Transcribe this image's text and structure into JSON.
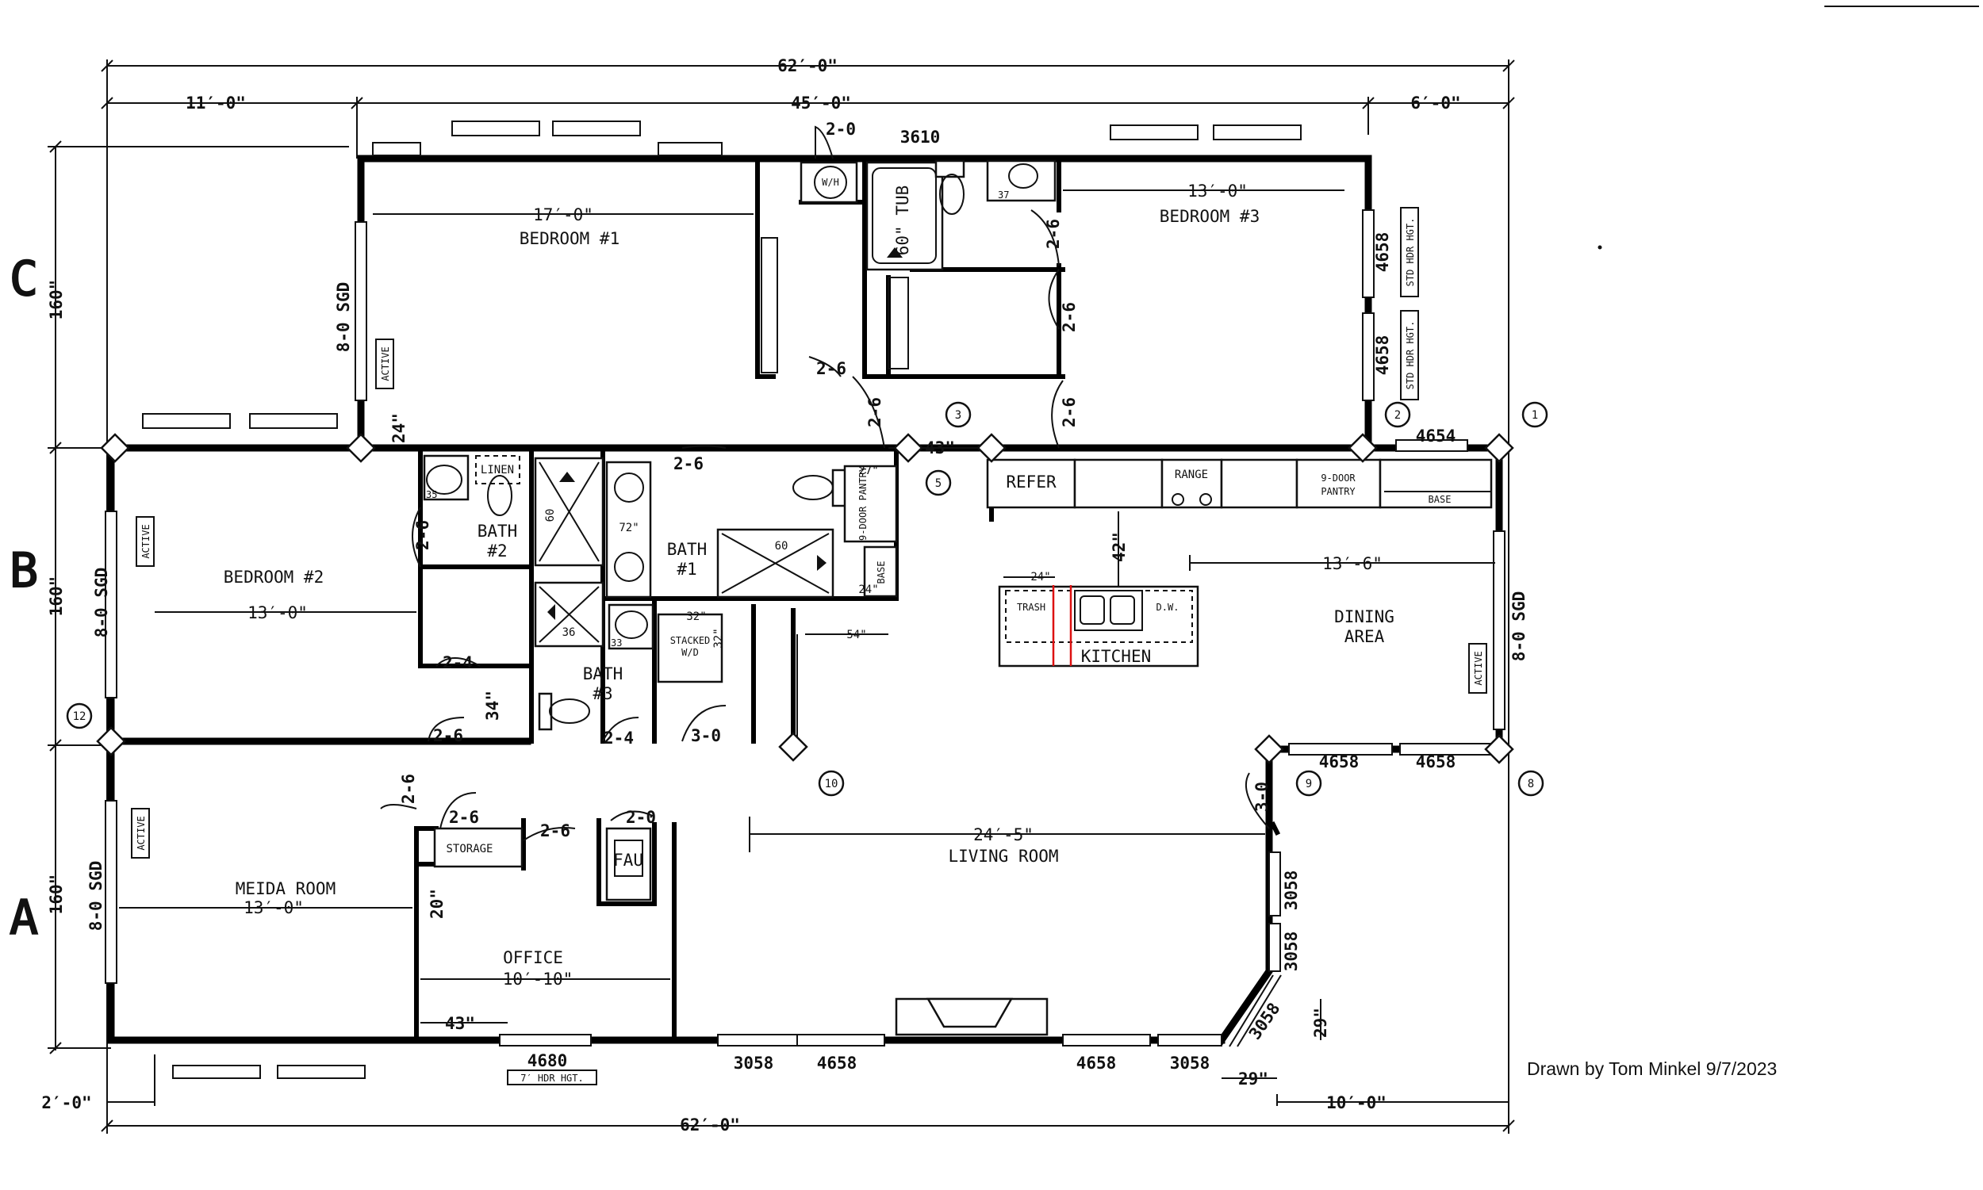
{
  "dimensions": {
    "overall_top": "62′-0\"",
    "overall_bottom": "62′-0\"",
    "left_wing": "11′-0\"",
    "main_width": "45′-0\"",
    "right_wing": "6′-0\"",
    "bottom_left": "2′-0\"",
    "bottom_right": "10′-0\"",
    "bedroom1_width": "17′-0\"",
    "bedroom3_width": "13′-0\"",
    "bedroom2_width": "13′-0\"",
    "media_width": "13′-0\"",
    "dining_width": "13′-6\"",
    "living_width": "24′-5\"",
    "office_width": "10′-10\"",
    "section_c": "160\"",
    "section_b": "160\"",
    "section_a": "160\"",
    "d_24": "24\"",
    "d_43a": "43\"",
    "d_43b": "43\"",
    "d_42": "42\"",
    "d_24k": "24\"",
    "d_27": "27\"",
    "d_24p": "24\"",
    "d_54": "54\"",
    "d_32": "32\"",
    "d_32v": "32\"",
    "d_34": "34\"",
    "d_20": "20\"",
    "d_29a": "29\"",
    "d_29b": "29\"",
    "d_72": "72\"",
    "d_60a": "60",
    "d_60b": "60",
    "d_36": "36",
    "d_37": "37",
    "d_35": "35",
    "d_33": "33"
  },
  "rooms": {
    "bedroom1": "BEDROOM #1",
    "bedroom2": "BEDROOM #2",
    "bedroom3": "BEDROOM #3",
    "bath1_a": "BATH",
    "bath1_b": "#1",
    "bath2_a": "BATH",
    "bath2_b": "#2",
    "bath3_a": "BATH",
    "bath3_b": "#3",
    "media": "MEIDA ROOM",
    "office": "OFFICE",
    "living": "LIVING ROOM",
    "kitchen": "KITCHEN",
    "dining_a": "DINING",
    "dining_b": "AREA",
    "storage": "STORAGE"
  },
  "fixtures": {
    "linen": "LINEN",
    "tub": "60\" TUB",
    "wh": "W/H",
    "refer": "REFER",
    "range": "RANGE",
    "pantry_a": "9-DOOR",
    "pantry_b": "PANTRY",
    "base": "BASE",
    "base_v": "BASE",
    "trash": "TRASH",
    "dw": "D.W.",
    "fau": "FAU",
    "stacked_a": "STACKED",
    "stacked_b": "W/D",
    "pantry_v": "9-DOOR PANTRY"
  },
  "doors": {
    "d_2_0_top": "2-0",
    "d_3610": "3610",
    "d_2_6_b3a": "2-6",
    "d_2_6_b3b": "2-6",
    "d_2_6_b3c": "2-6",
    "d_2_6_hall": "2-6",
    "d_2_6_b1": "2-6",
    "d_2_6_bath1": "2-6",
    "d_2_6_bed2": "2-6",
    "d_2_4_a": "2-4",
    "d_2_4_b": "2-4",
    "d_3_0_a": "3-0",
    "d_3_0_b": "3-0",
    "d_2_6_hall2": "2-6",
    "d_2_6_media": "2-6",
    "d_2_6_storage": "2-6",
    "d_2_6_office": "2-6",
    "d_2_0_fau": "2-0"
  },
  "windows": {
    "w_4658_r1": "4658",
    "w_4658_r2": "4658",
    "std_hdr_1": "STD HDR HGT.",
    "std_hdr_2": "STD HDR HGT.",
    "w_4654": "4654",
    "w_4658_b1": "4658",
    "w_4658_b2": "4658",
    "w_3058_r1": "3058",
    "w_3058_r2": "3058",
    "w_3058_r3": "3058",
    "w_4680": "4680",
    "hdr_7": "7′ HDR HGT.",
    "w_3058_b1": "3058",
    "w_4658_b3": "4658",
    "w_4658_b4": "4658",
    "w_3058_b2": "3058",
    "sgd_b1": "8-0 SGD",
    "sgd_b2": "8-0 SGD",
    "sgd_media": "8-0 SGD",
    "sgd_dining": "8-0 SGD",
    "active_1": "ACTIVE",
    "active_2": "ACTIVE",
    "active_3": "ACTIVE",
    "active_4": "ACTIVE"
  },
  "markers": {
    "m1": "1",
    "m2": "2",
    "m3": "3",
    "m5": "5",
    "m8": "8",
    "m9": "9",
    "m10": "10",
    "m12": "12"
  },
  "sections": {
    "c": "C",
    "b": "B",
    "a": "A"
  },
  "credit": "Drawn by Tom Minkel 9/7/2023"
}
